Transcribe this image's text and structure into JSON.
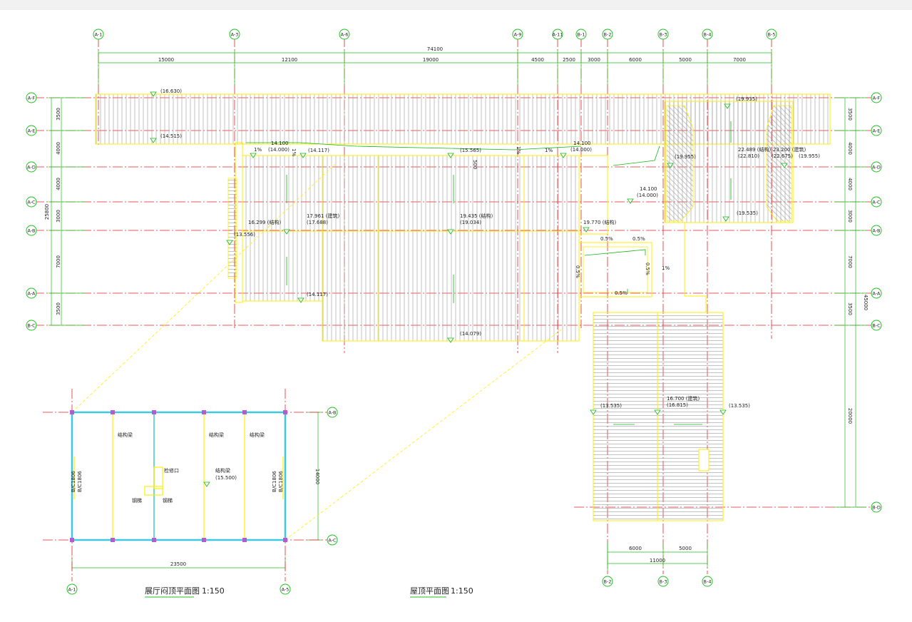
{
  "colors": {
    "axis": "#e5252a",
    "dim": "#1fbf1f",
    "outline": "#ffee00",
    "hatch": "#9a9a9a",
    "wall": "#3fc8e0",
    "col": "#b35bd0",
    "arrow": "#14b814"
  },
  "top_axes": [
    "A-1",
    "A-3",
    "A-6",
    "A-9",
    "A-11",
    "B-1",
    "B-2",
    "B-3",
    "B-4",
    "B-5"
  ],
  "right_axes": [
    "A-F",
    "A-E",
    "A-D",
    "A-C",
    "A-B",
    "A-A",
    "B-C",
    "B-D"
  ],
  "left_axes": [
    "A-F",
    "A-E",
    "A-D",
    "A-C",
    "A-B",
    "A-A",
    "B-C"
  ],
  "bottom_axes": [
    "B-2",
    "B-3",
    "B-4"
  ],
  "inset_axes": {
    "right": [
      "A-B",
      "A-C"
    ],
    "bottom": [
      "A-1",
      "A-5"
    ]
  },
  "top_dims": {
    "total": "74100",
    "segments": [
      "15000",
      "12100",
      "19000",
      "4500",
      "2500",
      "3000",
      "6000",
      "5000",
      "7000"
    ]
  },
  "left_dims": {
    "total": "25800",
    "segments": [
      "3500",
      "4000",
      "4000",
      "3000",
      "7000",
      "3500"
    ]
  },
  "right_dims": {
    "total": "45000",
    "segments": [
      "3500",
      "4000",
      "4000",
      "3000",
      "7000",
      "3500",
      "20000"
    ]
  },
  "bottom_dims": {
    "segments": [
      "6000",
      "5000"
    ],
    "total": "11000"
  },
  "inset_dims": {
    "width": "23500",
    "height": "14000"
  },
  "elevations": {
    "e1": "(16.630)",
    "e2": "(14.515)",
    "e3": "14.100",
    "e4": "(14.000)",
    "e5": "(14.117)",
    "e6": "(15.565)",
    "e7": "14.100",
    "e8": "(14.000)",
    "e9": "(19.935)",
    "e10": "(19.955)",
    "e11": "22.489 (结构)",
    "e12": "(22.810)",
    "e13": "23.200 (建筑)",
    "e14": "(22.675)",
    "e15": "(19.955)",
    "e16": "14.100",
    "e17": "(14.000)",
    "e18": "16.299 (结构)",
    "e19": "17.961 (建筑)",
    "e20": "(17.688)",
    "e21": "19.435 (结构)",
    "e22": "(19.034)",
    "e23": "19.770 (结构)",
    "e24": "(19.535)",
    "e25": "(13.556)",
    "e26": "(14.117)",
    "e27": "(14.079)",
    "e28": "(13.535)",
    "e29": "16.700 (建筑)",
    "e30": "(16.815)",
    "e31": "(13.535)",
    "e32": "(15.500)"
  },
  "slopes": {
    "s1": "1%",
    "s2": "1%",
    "s3": "0.5%",
    "s4": "0.5%",
    "s5": "0.5%",
    "s6": "0.5%",
    "s7": "0.5%",
    "s8": "1%",
    "s9": "1%",
    "s10": "1%",
    "s11": "500"
  },
  "inset_labels": {
    "l1": "B/C1806",
    "l2": "B/C1806",
    "l3": "B/C1806",
    "l4": "B/C1806",
    "m1": "结构梁",
    "m2": "结构梁",
    "m3": "结构梁",
    "m4": "结构梁",
    "m5": "检修口",
    "m6": "钢梯",
    "m7": "钢梯"
  },
  "captions": {
    "left_title": "展厅闷顶平面图",
    "left_scale": "1:150",
    "right_title": "屋顶平面图",
    "right_scale": "1:150"
  }
}
